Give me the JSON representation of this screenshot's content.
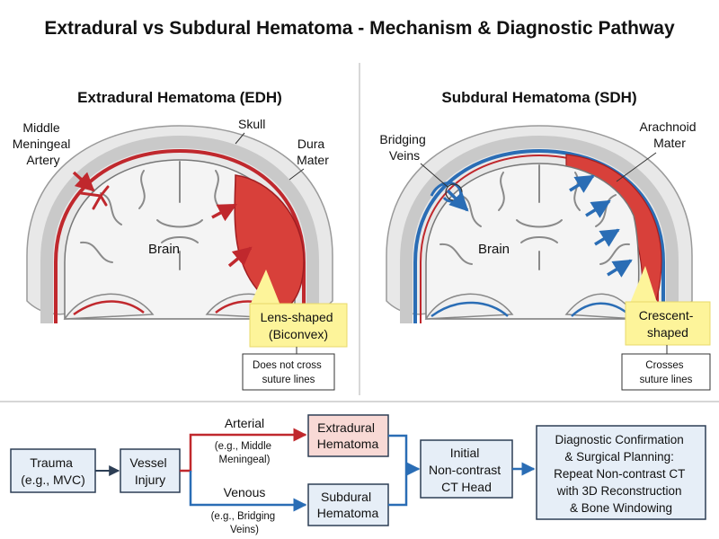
{
  "title": "Extradural vs Subdural Hematoma - Mechanism & Diagnostic Pathway",
  "edh": {
    "heading": "Extradural Hematoma (EDH)",
    "label_artery": [
      "Middle",
      "Meningeal",
      "Artery"
    ],
    "label_skull": "Skull",
    "label_dura": [
      "Dura",
      "Mater"
    ],
    "label_brain": "Brain",
    "callout": [
      "Lens-shaped",
      "(Biconvex)"
    ],
    "note": [
      "Does not cross",
      "suture lines"
    ]
  },
  "sdh": {
    "heading": "Subdural Hematoma (SDH)",
    "label_veins": [
      "Bridging",
      "Veins"
    ],
    "label_arachnoid": [
      "Arachnoid",
      "Mater"
    ],
    "label_brain": "Brain",
    "callout": [
      "Crescent-",
      "shaped"
    ],
    "note": [
      "Crosses",
      "suture lines"
    ]
  },
  "flow": {
    "trauma": [
      "Trauma",
      "(e.g., MVC)"
    ],
    "vessel": [
      "Vessel",
      "Injury"
    ],
    "arterial_label": "Arterial",
    "arterial_example": [
      "(e.g., Middle",
      "Meningeal)"
    ],
    "venous_label": "Venous",
    "venous_example": [
      "(e.g., Bridging",
      "Veins)"
    ],
    "extradural": [
      "Extradural",
      "Hematoma"
    ],
    "subdural": [
      "Subdural",
      "Hematoma"
    ],
    "ct": [
      "Initial",
      "Non-contrast",
      "CT Head"
    ],
    "confirm": [
      "Diagnostic Confirmation",
      "& Surgical Planning:",
      "Repeat Non-contrast CT",
      "with 3D Reconstruction",
      "& Bone Windowing"
    ]
  },
  "colors": {
    "arterial": "#c0282d",
    "venous": "#2a6db5",
    "callout_fill": "#fdf49a",
    "box_fill": "#e6eef7",
    "box_stroke": "#2d3e55",
    "extradural_fill": "#f8d9d5"
  }
}
